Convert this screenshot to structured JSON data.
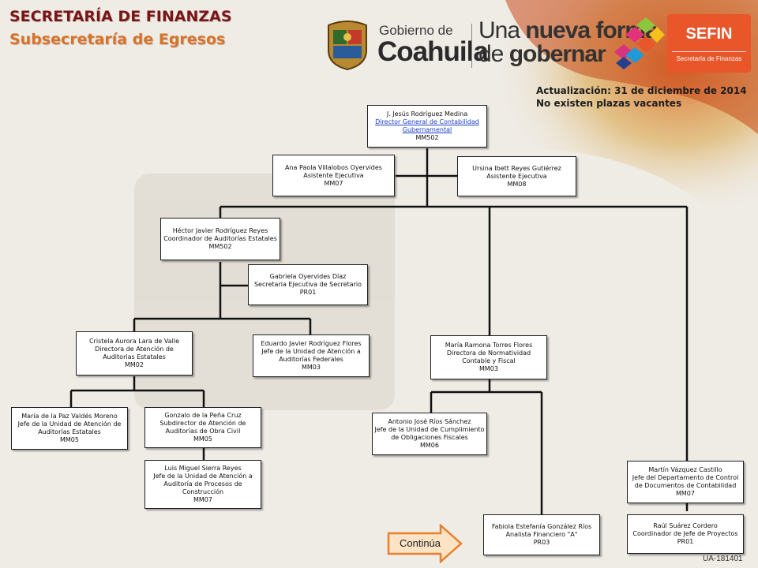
{
  "header": {
    "title": "SECRETARÍA DE FINANZAS",
    "subtitle": "Subsecretaría de Egresos",
    "gob_small": "Gobierno de",
    "gob_big": "Coahuila",
    "slogan_line1_a": "Una ",
    "slogan_line1_b": "nueva forma",
    "slogan_line2_a": "de ",
    "slogan_line2_b": "gobernar",
    "sefin_name": "SEFIN",
    "sefin_sub": "Secretaría de Finanzas",
    "update_line1": "Actualización: 31  de diciembre de 2014",
    "update_line2": "No existen plazas vacantes",
    "colors": {
      "title": "#7a1517",
      "subtitle": "#d8722a",
      "sefin": "#e8562a",
      "link": "#1a3fc7"
    }
  },
  "nodes": {
    "director": {
      "name": "J. Jesús Rodríguez Medina",
      "role_l1": "Director General de Contabilidad",
      "role_l2": "Gubernamental",
      "code": "MM502"
    },
    "asistente1": {
      "name": "Ana Paola Villalobos Oyervides",
      "role": "Asistente Ejecutiva",
      "code": "MM07"
    },
    "asistente2": {
      "name": "Ursina Ibett Reyes Gutiérrez",
      "role": "Asistente Ejecutiva",
      "code": "MM08"
    },
    "coordinador": {
      "name": "Héctor Javier Rodríguez Reyes",
      "role": "Coordinador de Auditorías Estatales",
      "code": "MM502"
    },
    "secretaria": {
      "name": "Gabriela Oyervides Díaz",
      "role": "Secretaria Ejecutiva de Secretario",
      "code": "PR01"
    },
    "cristela": {
      "name": "Cristela Aurora  Lara de Valle",
      "role_l1": "Directora de Atención de",
      "role_l2": "Auditorias Estatales",
      "code": "MM02"
    },
    "eduardo": {
      "name": "Eduardo Javier Rodríguez Flores",
      "role_l1": "Jefe de la Unidad de Atención a",
      "role_l2": "Auditorías Federales",
      "code": "MM03"
    },
    "maria_ramona": {
      "name": "María Ramona Torres Flores",
      "role_l1": "Directora de Normatividad",
      "role_l2": "Contable y Fiscal",
      "code": "MM03"
    },
    "maria_paz": {
      "name": "María de la Paz Valdés Moreno",
      "role_l1": "Jefe de la Unidad de Atención de",
      "role_l2": "Auditorías Estatales",
      "code": "MM05"
    },
    "gonzalo": {
      "name": "Gonzalo de la Peña Cruz",
      "role_l1": "Subdirector de Atención de",
      "role_l2": "Auditorías de Obra Civil",
      "code": "MM05"
    },
    "luis": {
      "name": "Luis Miguel Sierra Reyes",
      "role_l1": "Jefe de la Unidad de Atención a",
      "role_l2": "Auditoría de Procesos de",
      "role_l3": "Construcción",
      "code": "MM07"
    },
    "antonio": {
      "name": "Antonio José Ríos Sánchez",
      "role_l1": "Jefe de la Unidad de Cumplimiento",
      "role_l2": "de Obligaciones Fiscales",
      "code": "MM06"
    },
    "fabiola": {
      "name": "Fabiola Estefanía González Ríos",
      "role": "Analista Financiero \"A\"",
      "code": "PR03"
    },
    "martin": {
      "name": "Martín Vázquez Castillo",
      "role_l1": "Jefe del Departamento de Control",
      "role_l2": "de Documentos de Contabilidad",
      "code": "MM07"
    },
    "raul": {
      "name": "Raúl Suárez Cordero",
      "role": "Coordinador de Jefe de Proyectos",
      "code": "PR01"
    }
  },
  "footer": {
    "continue_label": "Continúa",
    "doc_code": "UA-181401"
  }
}
